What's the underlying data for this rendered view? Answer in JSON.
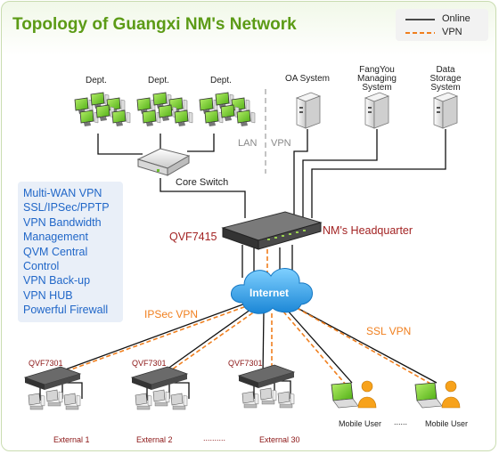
{
  "title": "Topology of Guangxi NM's Network",
  "legend": {
    "online": "Online",
    "vpn": "VPN"
  },
  "dept_label": "Dept.",
  "servers": [
    {
      "label_lines": [
        "OA System"
      ]
    },
    {
      "label_lines": [
        "FangYou",
        "Managing",
        "System"
      ]
    },
    {
      "label_lines": [
        "Data",
        "Storage",
        "System"
      ]
    }
  ],
  "divider": {
    "lan": "LAN",
    "vpn": "VPN"
  },
  "core_switch": "Core Switch",
  "hq": {
    "device": "QVF7415",
    "label": "NM's Headquarter"
  },
  "internet": "Internet",
  "features": [
    "Multi-WAN VPN",
    "SSL/IPSec/PPTP",
    "VPN Bandwidth",
    "Management",
    "QVM Central",
    "Control",
    "VPN Back-up",
    "VPN HUB",
    "Powerful Firewall"
  ],
  "ipsec_label": "IPSec VPN",
  "ssl_label": "SSL VPN",
  "branch_device": "QVF7301",
  "externals": [
    "External 1",
    "External 2",
    "External 30"
  ],
  "ellipsis_ext": "..........",
  "mobile_users": [
    "Mobile User",
    "Mobile User"
  ],
  "ellipsis_mobile": "......",
  "colors": {
    "title": "#5c9b16",
    "vpn_line": "#f07f1e",
    "online_line": "#111111",
    "features": "#2167c8",
    "hq_red": "#a32323",
    "internet_blue": "#2aa0e8"
  }
}
